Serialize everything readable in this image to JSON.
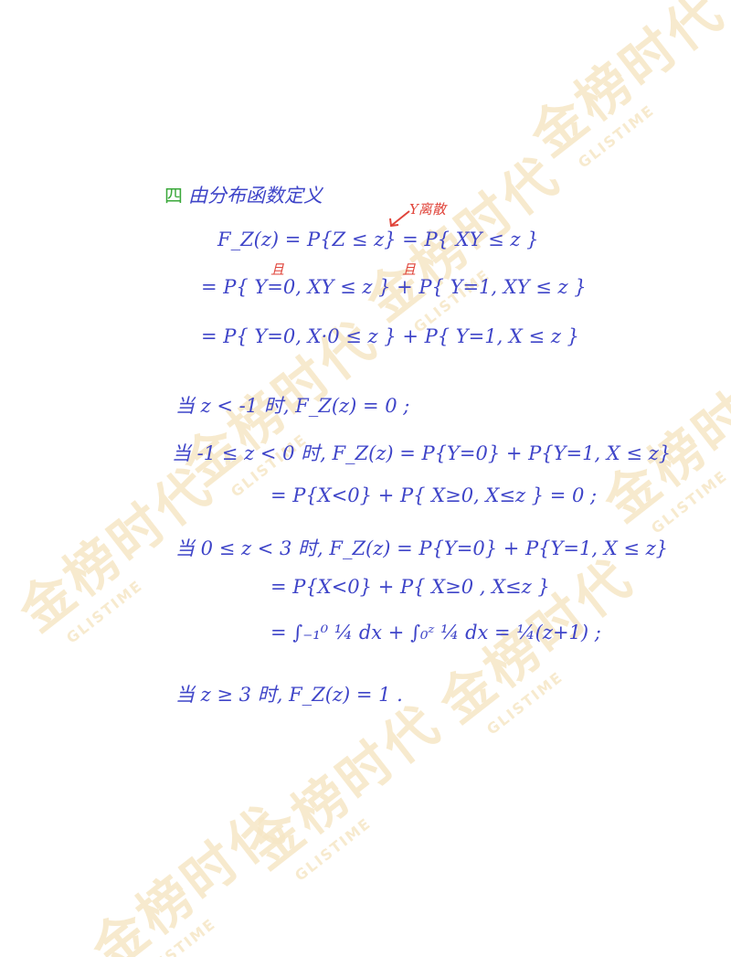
{
  "watermark": {
    "brand": "金榜时代",
    "sub": "GLISTIME"
  },
  "solution": {
    "heading_icon": "四",
    "heading": "由分布函数定义",
    "line1": "F_Z(z) = P{Z ≤ z} = P{ XY ≤ z }",
    "annotation_y": "Y离散",
    "line2": "= P{ Y=0, XY ≤ z } + P{ Y=1, XY ≤ z }",
    "annotation_qie1": "且",
    "annotation_qie2": "且",
    "line3": "= P{ Y=0, X·0 ≤ z } + P{ Y=1, X ≤ z }",
    "case1": "当 z < -1 时,  F_Z(z) = 0 ;",
    "case2": "当 -1 ≤ z < 0 时,  F_Z(z) = P{Y=0} + P{Y=1, X ≤ z}",
    "case2b": "= P{X<0} + P{ X≥0, X≤z } = 0 ;",
    "case3": "当 0 ≤ z < 3 时,  F_Z(z) = P{Y=0} + P{Y=1, X ≤ z}",
    "case3b": "= P{X<0} + P{ X≥0 , X≤z }",
    "case3c": "= ∫₋₁⁰ ¼ dx + ∫₀ᶻ ¼ dx = ¼(z+1) ;",
    "case4": "当 z ≥ 3 时,  F_Z(z) = 1 ."
  }
}
